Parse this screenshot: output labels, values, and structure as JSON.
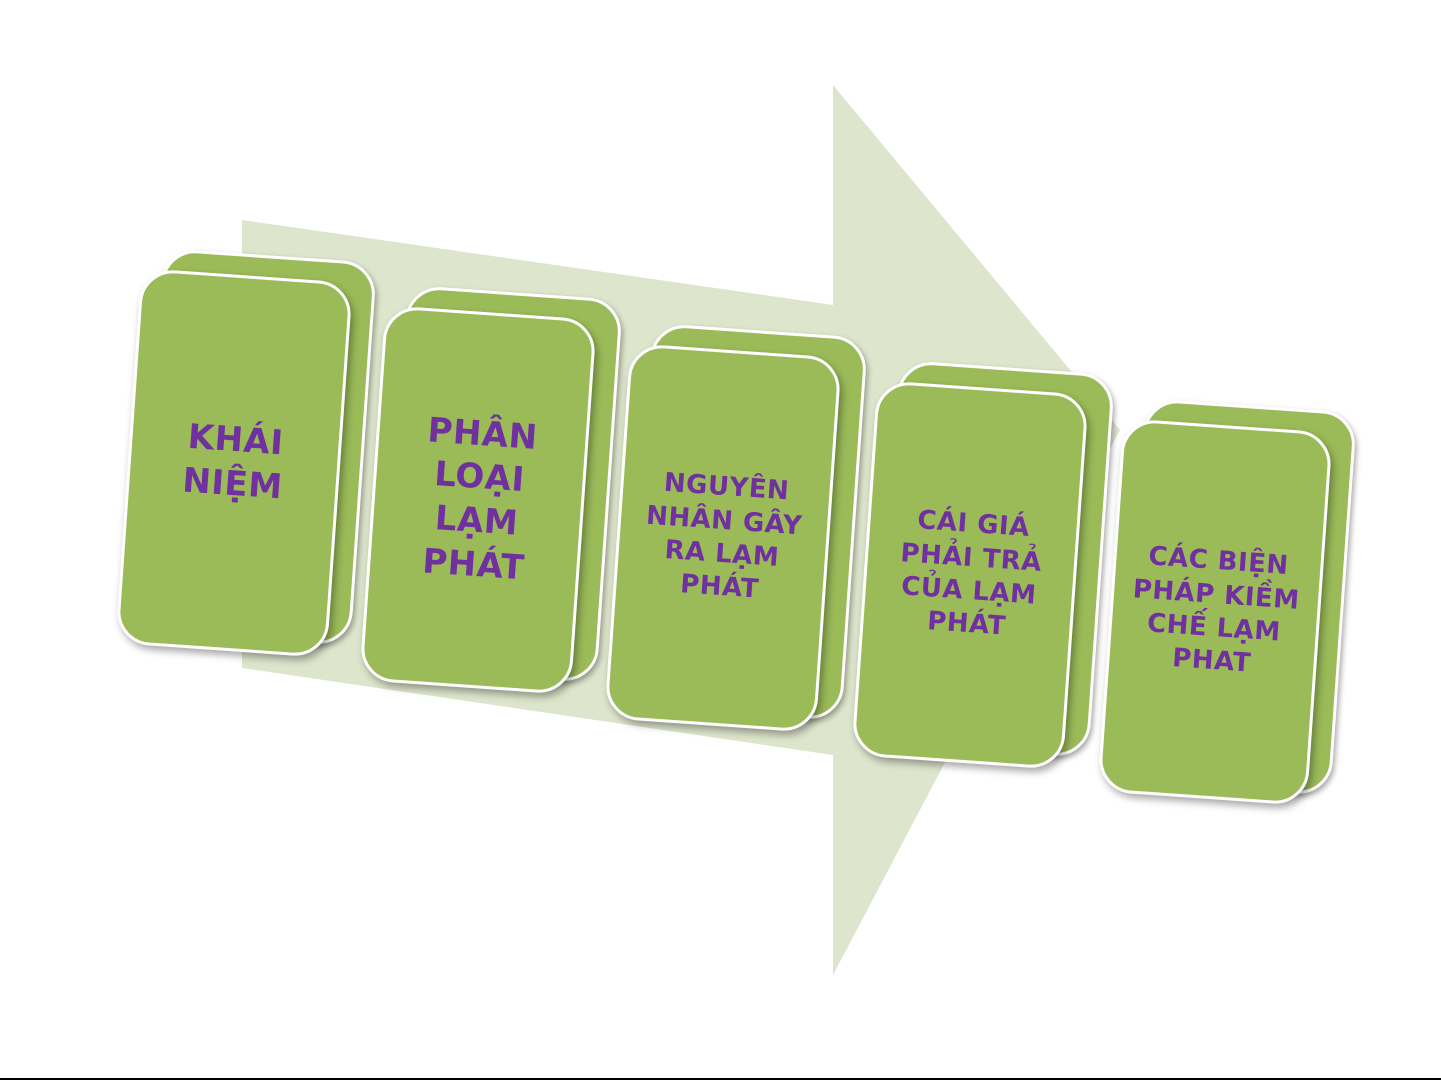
{
  "colors": {
    "arrow_fill": "#dde5cc",
    "box_fill": "#9bbb59",
    "box_border": "#ffffff",
    "label_color": "#7030a0"
  },
  "steps": [
    {
      "label": "KHÁI\nNIỆM"
    },
    {
      "label": "PHÂN\nLOẠI\nLẠM\nPHÁT"
    },
    {
      "label": "NGUYÊN\nNHÂN GÂY\nRA LẠM\nPHÁT"
    },
    {
      "label": "CÁI GIÁ\nPHẢI TRẢ\nCỦA LẠM\nPHÁT"
    },
    {
      "label": "CÁC BIỆN\nPHÁP KIỀM\nCHẾ LẠM\nPHAT"
    }
  ]
}
